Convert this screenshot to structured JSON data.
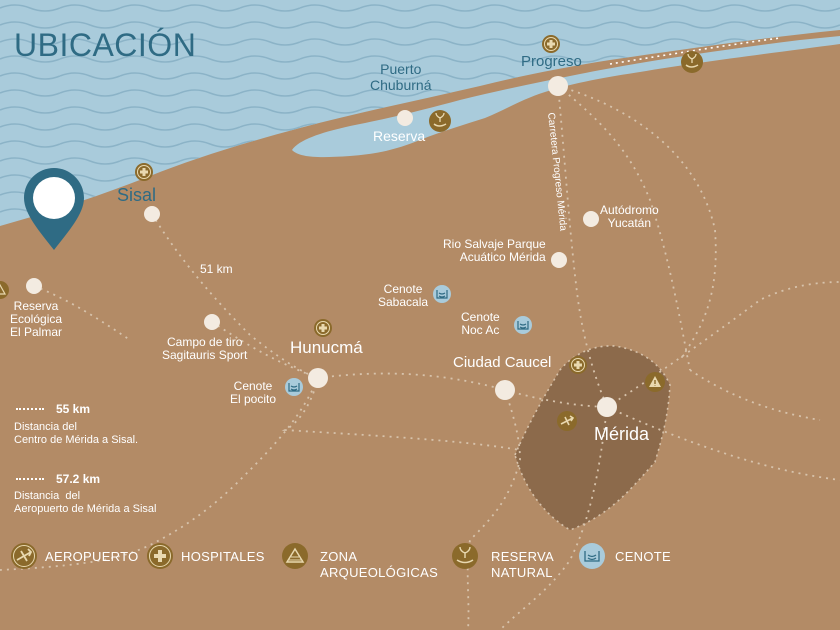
{
  "map": {
    "title": "UBICACIÓN",
    "colors": {
      "sea": "#a9cbdb",
      "wave": "#8bb3c7",
      "land": "#b38b66",
      "city_zone": "#8c6a4b",
      "icon_gold": "#8b6a2b",
      "cenote_blue": "#a9cbdb",
      "marker": "#2f6b84",
      "text_sea": "#2f6b84"
    },
    "places": {
      "puerto_chuburna": "Puerto\nChuburná",
      "reserva": "Reserva",
      "progreso": "Progreso",
      "sisal": "Sisal",
      "reserva_palmar": "Reserva\nEcológica\nEl Palmar",
      "autodromo": "Autódromo\nYucatán",
      "rio_salvaje": "Rio Salvaje Parque\nAcuático Mérida",
      "cenote_sabacala": "Cenote\nSabacala",
      "cenote_noc_ac": "Cenote\nNoc Ac",
      "campo_tiro": "Campo de tiro\nSagitauris Sport",
      "hunucma": "Hunucmá",
      "cenote_pocito": "Cenote\nEl pocito",
      "ciudad_caucel": "Ciudad Caucel",
      "merida": "Mérida"
    },
    "road_label": "Carretera Progreso Mérida",
    "distance_label": "51 km",
    "distances": [
      {
        "km": "55 km",
        "text": "Distancia del\nCentro de Mérida a Sisal."
      },
      {
        "km": "57.2 km",
        "text": "Distancia  del\nAeropuerto de Mérida a Sisal"
      }
    ],
    "legend": [
      {
        "icon": "airplane-icon",
        "label": "AEROPUERTO"
      },
      {
        "icon": "hospital-cross-icon",
        "label": "HOSPITALES"
      },
      {
        "icon": "pyramid-icon",
        "label": "ZONA\nARQUEOLÓGICAS"
      },
      {
        "icon": "hand-plant-icon",
        "label": "RESERVA\nNATURAL"
      },
      {
        "icon": "cenote-icon",
        "label": "CENOTE"
      }
    ]
  }
}
